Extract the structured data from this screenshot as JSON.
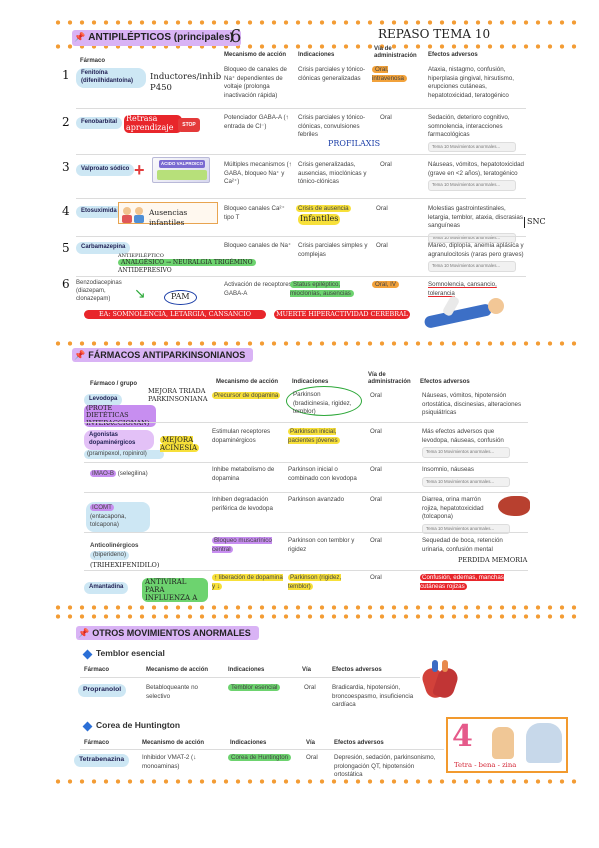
{
  "header": {
    "title": "ANTIPILÉPTICOS (principales)",
    "badge": "6",
    "handwritten_title": "REPASO TEMA 10"
  },
  "anti": {
    "cols": [
      "Fármaco",
      "Mecanismo de acción",
      "Indicaciones",
      "Vía de administración",
      "Efectos adversos"
    ],
    "note_label": "Tema 10 Movimientos anormales...",
    "rows": [
      {
        "num": "1",
        "drug": "Fenitoína (difenilhidantoína)",
        "hand": "Inductores/inhib P450",
        "mech": "Bloqueo de canales de Na⁺ dependientes de voltaje (prolonga inactivación rápida)",
        "ind": "Crisis parciales y tónico-clónicas generalizadas",
        "via": "Oral, intravenosa",
        "adv": "Ataxia, nistagmo, confusión, hiperplasia gingival, hirsutismo, erupciones cutáneas, hepatotoxicidad, teratogénico"
      },
      {
        "num": "2",
        "drug": "Fenobarbital",
        "hand": "Retrasa aprendizaje",
        "stop": "STOP",
        "mech": "Potenciador GABA-A (↑ entrada de Cl⁻)",
        "ind": "Crisis parciales y tónico-clónicas, convulsiones febriles",
        "ind_hand": "PROFILAXIS",
        "via": "Oral",
        "adv": "Sedación, deterioro cognitivo, somnolencia, interacciones farmacológicas"
      },
      {
        "num": "3",
        "drug": "Valproato sódico",
        "pack": "ÁCIDO VALPROICO",
        "mech": "Múltiples mecanismos (↑ GABA, bloqueo Na⁺ y Ca²⁺)",
        "ind": "Crisis generalizadas, ausencias, mioclónicas y tónico-clónicas",
        "via": "Oral",
        "adv": "Náuseas, vómitos, hepatotoxicidad (grave en <2 años), teratogénico"
      },
      {
        "num": "4",
        "drug": "Etosuximida",
        "hand": "Ausencias infantiles",
        "mech": "Bloqueo canales Ca²⁺ tipo T",
        "ind": "Crisis de ausencia",
        "ind_hand": "Infantiles",
        "via": "Oral",
        "adv": "Molestias gastrointestinales, letargia, temblor, ataxia, discrasias sanguíneas",
        "side": "SNC"
      },
      {
        "num": "5",
        "drug": "Carbamazepina",
        "hand1": "ANTIEPILÉPTICO",
        "hand2": "ANALGÉSICO → NEURALGIA TRIGÉMINO",
        "hand3": "ANTIDEPRESIVO",
        "mech": "Bloqueo canales de Na⁺",
        "ind": "Crisis parciales simples y complejas",
        "via": "Oral",
        "adv": "Mareo, diplopía, anemia aplásica y agranulocitosis (raras pero graves)"
      },
      {
        "num": "6",
        "drug": "Benzodiacepinas (diazepam, clonazepam)",
        "hand": "PAM",
        "mech": "Activación de receptores GABA-A",
        "ind": "Status epiléptico, mioclonías, ausencias",
        "via": "Oral, IV",
        "adv": "Somnolencia, cansancio, tolerancia",
        "ea": "EA: SOMNOLENCIA, LETARGIA, CANSANCIO",
        "ea2": "MUERTE HIPERACTIVIDAD CEREBRAL"
      }
    ]
  },
  "park": {
    "title": "FÁRMACOS ANTIPARKINSONIANOS",
    "cols": [
      "Fármaco / grupo",
      "Mecanismo de acción",
      "Indicaciones",
      "Vía de administración",
      "Efectos adversos"
    ],
    "rows": [
      {
        "drug": "Levodopa",
        "hand": "(PROTE DIETÉTICAS INTERACCIONAN)",
        "hand2": "MEJORA TRIADA PARKINSONIANA",
        "mech": "Precursor de dopamina",
        "ind": "Parkinson (bradicinesia, rigidez, temblor)",
        "via": "Oral",
        "adv": "Náuseas, vómitos, hipotensión ortostática, discinesias, alteraciones psiquiátricas"
      },
      {
        "drug": "Agonistas dopaminérgicos",
        "sub": "(pramipexol, ropinirol)",
        "hand": "MEJORA ACINESIA",
        "mech": "Estimulan receptores dopaminérgicos",
        "ind": "Parkinson inicial, pacientes jóvenes",
        "via": "Oral",
        "adv": "Más efectos adversos que levodopa, náuseas, confusión"
      },
      {
        "drug": "IMAO-B",
        "sub": "(selegilina)",
        "mech": "Inhibe metabolismo de dopamina",
        "ind": "Parkinson inicial o combinado con levodopa",
        "via": "Oral",
        "adv": "Insomnio, náuseas"
      },
      {
        "drug": "ICOMT",
        "sub": "(entacapona, tolcapona)",
        "mech": "Inhiben degradación periférica de levodopa",
        "ind": "Parkinson avanzado",
        "via": "Oral",
        "adv": "Diarrea, orina marrón rojiza, hepatotoxicidad (tolcapona)"
      },
      {
        "drug": "Anticolinérgicos",
        "sub": "(biperideno)",
        "hand": "(TRIHEXIFENIDILO)",
        "mech": "Bloqueo muscarínico central",
        "ind": "Parkinson con temblor y rigidez",
        "via": "Oral",
        "adv": "Sequedad de boca, retención urinaria, confusión mental",
        "adv_hand": "PERDIDA MEMORIA"
      },
      {
        "drug": "Amantadina",
        "hand": "ANTIVIRAL PARA INFLUENZA A",
        "mech": "↑ liberación de dopamina y ↓",
        "ind": "Parkinson (rigidez, temblor)",
        "via": "Oral",
        "adv": "Confusión, edemas, manchas cutáneas rojizas"
      }
    ]
  },
  "otros": {
    "title": "OTROS MOVIMIENTOS ANORMALES",
    "temblor": {
      "title": "Temblor esencial",
      "cols": [
        "Fármaco",
        "Mecanismo de acción",
        "Indicaciones",
        "Vía",
        "Efectos adversos"
      ],
      "drug": "Propranolol",
      "mech": "Betabloqueante no selectivo",
      "ind": "Temblor esencial",
      "via": "Oral",
      "adv": "Bradicardia, hipotensión, broncoespasmo, insuficiencia cardíaca"
    },
    "corea": {
      "title": "Corea de Huntington",
      "cols": [
        "Fármaco",
        "Mecanismo de acción",
        "Indicaciones",
        "Vía",
        "Efectos adversos"
      ],
      "drug": "Tetrabenazina",
      "mech": "Inhibidor VMAT-2 (↓ monoaminas)",
      "ind": "Corea de Huntington",
      "via": "Oral",
      "adv": "Depresión, sedación, parkinsonismo, prolongación QT, hipotensión ortostática",
      "hand": "Tetra - bena - zina",
      "badge": "4"
    }
  },
  "colors": {
    "accent_purple": "#c78ef0",
    "highlight_yellow": "#f7e03a",
    "highlight_red": "#e8262b",
    "highlight_green": "#6dd36f",
    "dots_orange": "#f39c34"
  },
  "icons": [
    "pin-icon",
    "heart-icon",
    "stop-sign-icon",
    "plus-icon",
    "medicine-box-icon",
    "children-icon",
    "seizure-person-icon",
    "liver-icon",
    "arrow-icon"
  ]
}
